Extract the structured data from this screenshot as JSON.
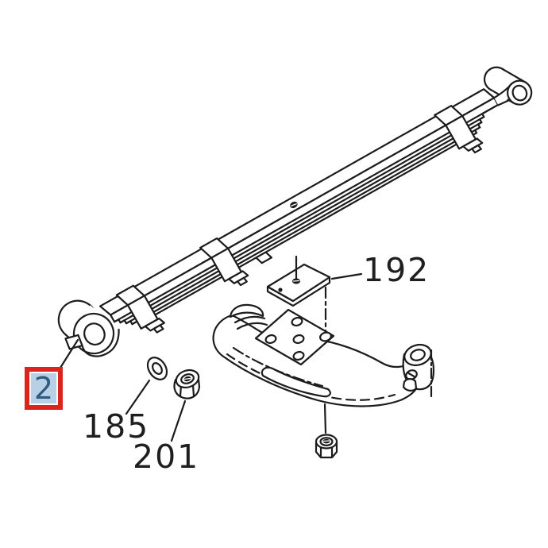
{
  "diagram": {
    "kind": "exploded-parts-diagram",
    "background_color": "#ffffff",
    "line_color": "#1c1c1c",
    "parts": {
      "leaf_spring": "leaf-spring-assembly",
      "spring_clamps": "spring-clips",
      "seat_plate": "spring-seat-plate",
      "washer": "washer",
      "flange_nut": "flange-nut",
      "bracket": "spring-mounting-bracket",
      "bracket_nut": "hex-nut"
    }
  },
  "callouts": {
    "part2": {
      "text": "2",
      "selected": true,
      "box_border_color": "#dc241f",
      "box_fill_color": "#b7d0e5",
      "text_color": "#2f5b80"
    },
    "part185": {
      "text": "185"
    },
    "part201": {
      "text": "201"
    },
    "part192": {
      "text": "192"
    }
  }
}
